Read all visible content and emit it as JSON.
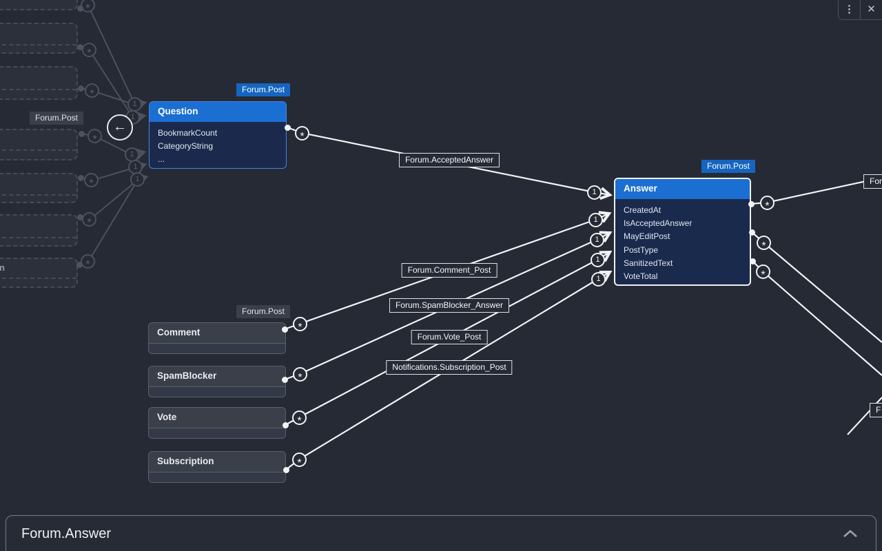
{
  "window": {
    "menu_icon": "⋮",
    "close_icon": "✕"
  },
  "navigation": {
    "back_icon": "←"
  },
  "canvas_colors": {
    "background": "#262a34",
    "entity_header_blue": "#1b6ed2",
    "badge_blue": "#1565c0",
    "entity_body_navy": "#1a2a4c",
    "edge_white": "#f2f3f5",
    "ghost_gray": "#4c5260"
  },
  "badges": {
    "question": "Forum.Post",
    "answer": "Forum.Post",
    "comment": "Forum.Post",
    "ghost": "Forum.Post"
  },
  "entities": {
    "question": {
      "title": "Question",
      "fields": [
        "BookmarkCount",
        "CategoryString",
        "..."
      ]
    },
    "answer": {
      "title": "Answer",
      "fields": [
        "CreatedAt",
        "IsAcceptedAnswer",
        "MayEditPost",
        "PostType",
        "SanitizedText",
        "VoteTotal"
      ]
    },
    "comment": {
      "title": "Comment"
    },
    "spamblocker": {
      "title": "SpamBlocker"
    },
    "vote": {
      "title": "Vote"
    },
    "subscription": {
      "title": "Subscription"
    },
    "ghost_partial_text": "n"
  },
  "relationships": {
    "labels": [
      "Forum.AcceptedAnswer",
      "Forum.Comment_Post",
      "Forum.SpamBlocker_Answer",
      "Forum.Vote_Post",
      "Notifications.Subscription_Post"
    ],
    "partial_labels": [
      "For",
      "F"
    ],
    "many_marker": "*",
    "one_marker": "1"
  },
  "bottom_panel": {
    "title": "Forum.Answer"
  }
}
